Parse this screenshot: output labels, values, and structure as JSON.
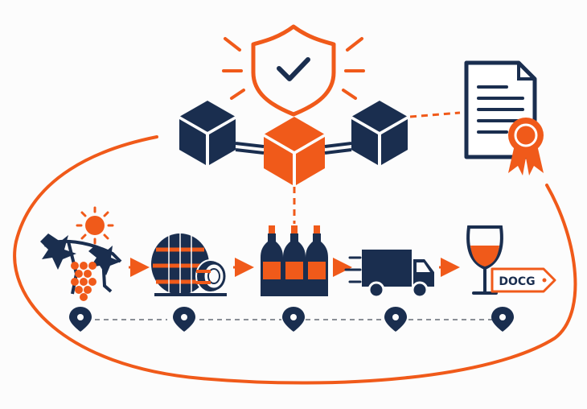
{
  "colors": {
    "navy": "#1a2e4f",
    "orange": "#f05a1a",
    "white": "#ffffff",
    "dashed_gray": "#8a8f96",
    "background": "#fcfcfc"
  },
  "blockchain": {
    "icons": [
      "shield-check-icon",
      "cube-icon",
      "cube-icon",
      "cube-icon",
      "certificate-icon",
      "award-ribbon-icon"
    ]
  },
  "supply_chain": {
    "stages": [
      {
        "name": "vineyard",
        "icon": "grapevine-sun-icon"
      },
      {
        "name": "aging",
        "icon": "wine-barrels-icon"
      },
      {
        "name": "bottling",
        "icon": "wine-bottles-icon"
      },
      {
        "name": "distribution",
        "icon": "delivery-truck-icon"
      },
      {
        "name": "certified-glass",
        "icon": "wine-glass-icon"
      }
    ],
    "tag_text": "DOCG",
    "marker_icon": "location-pin-icon"
  }
}
